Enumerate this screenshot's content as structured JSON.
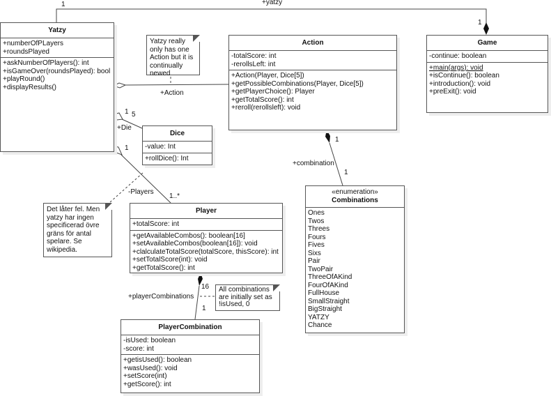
{
  "classes": {
    "yatzy": {
      "name": "Yatzy",
      "attributes": [
        "+numberOfPLayers",
        "+roundsPlayed"
      ],
      "methods": [
        "+askNumberOfPlayers(): int",
        "+isGameOver(roundsPlayed): bool",
        "+playRound()",
        "+displayResults()"
      ]
    },
    "action": {
      "name": "Action",
      "attributes": [
        "-totalScore: int",
        "-rerollsLeft: int"
      ],
      "methods": [
        "+Action(Player, Dice[5])",
        "+getPossibleCombinations(Player, Dice[5])",
        "+getPlayerChoice(): Player",
        "+getTotalScore(): int",
        "+reroll(rerollsleft): void"
      ]
    },
    "game": {
      "name": "Game",
      "attributes": [
        "-continue: boolean"
      ],
      "methods": [
        "+main(args): void",
        "+isContinue(): boolean",
        "+introduction(): void",
        "+preExit(): void"
      ]
    },
    "dice": {
      "name": "Dice",
      "attributes": [
        "-value: Int"
      ],
      "methods": [
        "+rollDice(): Int"
      ]
    },
    "player": {
      "name": "Player",
      "attributes": [
        "+totalScore: int"
      ],
      "methods": [
        "+getAvailableCombos(): boolean[16]",
        "+setAvailableCombos(boolean[16]): void",
        "+clalculateTotalScore(totalScore, thisScore): int",
        "+setTotalScore(int): void",
        "+getTotalScore(): int"
      ]
    },
    "playerCombination": {
      "name": "PlayerCombination",
      "attributes": [
        "-isUsed: boolean",
        "-score: int"
      ],
      "methods": [
        "+getisUsed(): boolean",
        "+wasUsed(): void",
        "+setScore(int)",
        "+getScore(): int"
      ]
    },
    "combinations": {
      "stereotype": "«enumeration»",
      "name": "Combinations",
      "literals": [
        "Ones",
        "Twos",
        "Threes",
        "Fours",
        "Fives",
        "Sixs",
        "Pair",
        "TwoPair",
        "ThreeOfAKind",
        "FourOfAKind",
        "FullHouse",
        "SmallStraight",
        "BigStraight",
        "YATZY",
        "Chance"
      ]
    }
  },
  "notes": {
    "action": "Yatzy really only has one Action but it is continually newed",
    "players": "Det låter fel. Men yatzy har ingen specificerad övre gräns för antal spelare. Se wikipedia.",
    "combos": "All combinations are initially set as !isUsed, 0"
  },
  "labels": {
    "yatzy_role": "+yatzy",
    "yatzy_mult_a": "1",
    "yatzy_mult_b": "1",
    "action_role": "+Action",
    "die_role": "+Die",
    "die_mult_a": "1",
    "die_mult_b": "5",
    "players_role": "-Players",
    "players_mult_a": "1",
    "players_mult_b": "1..*",
    "comb_role": "+combination",
    "comb_mult_a": "1",
    "comb_mult_b": "1",
    "pc_role": "+playerCombinations",
    "pc_mult_a": "16",
    "pc_mult_b": "1"
  }
}
